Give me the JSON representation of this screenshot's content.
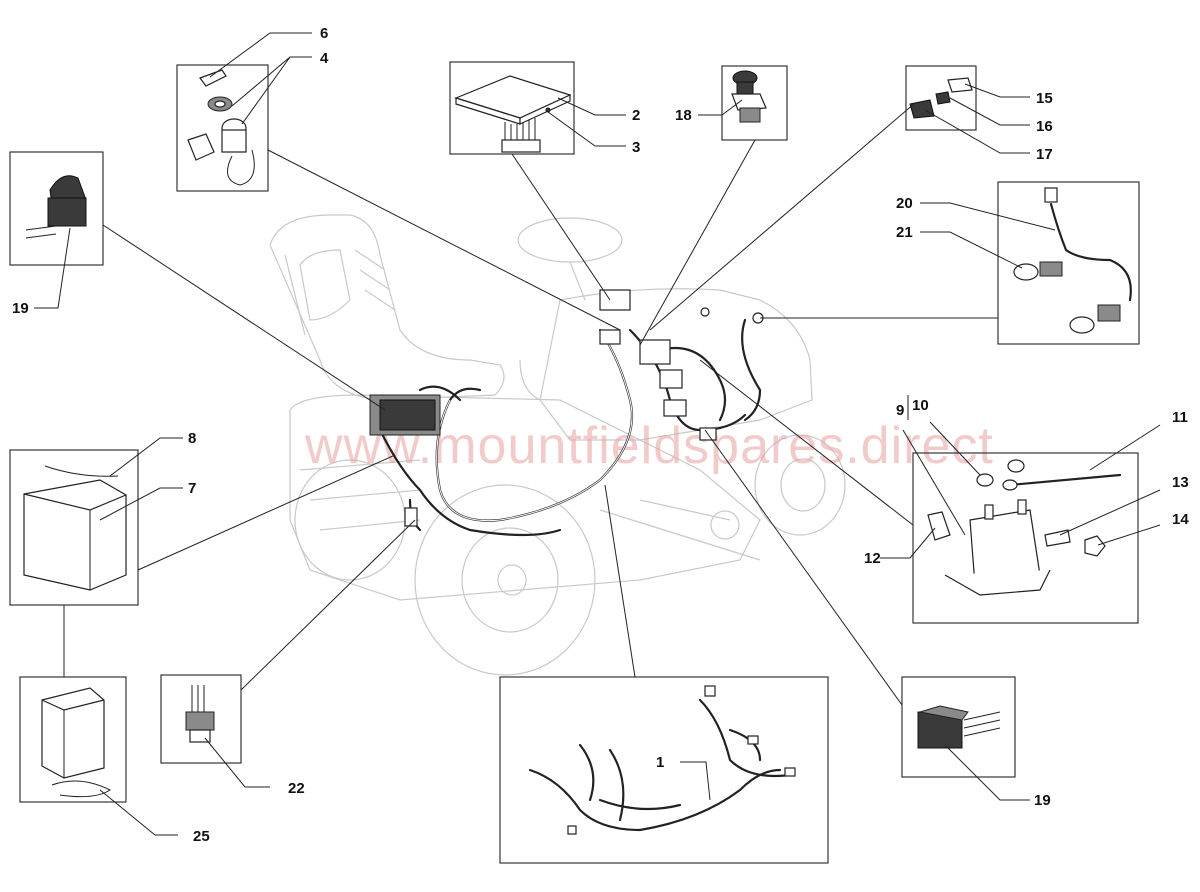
{
  "watermark": "www.mountfieldspares.direct",
  "callouts": {
    "c1": "1",
    "c2": "2",
    "c3": "3",
    "c4": "4",
    "c6": "6",
    "c7": "7",
    "c8": "8",
    "c9": "9",
    "c10": "10",
    "c11": "11",
    "c12": "12",
    "c13": "13",
    "c14": "14",
    "c15": "15",
    "c16": "16",
    "c17": "17",
    "c18": "18",
    "c19a": "19",
    "c19b": "19",
    "c20": "20",
    "c21": "21",
    "c22": "22",
    "c25": "25"
  },
  "colors": {
    "line": "#222222",
    "ghost": "#c9c9c9",
    "watermark": "#e8a0a0"
  }
}
